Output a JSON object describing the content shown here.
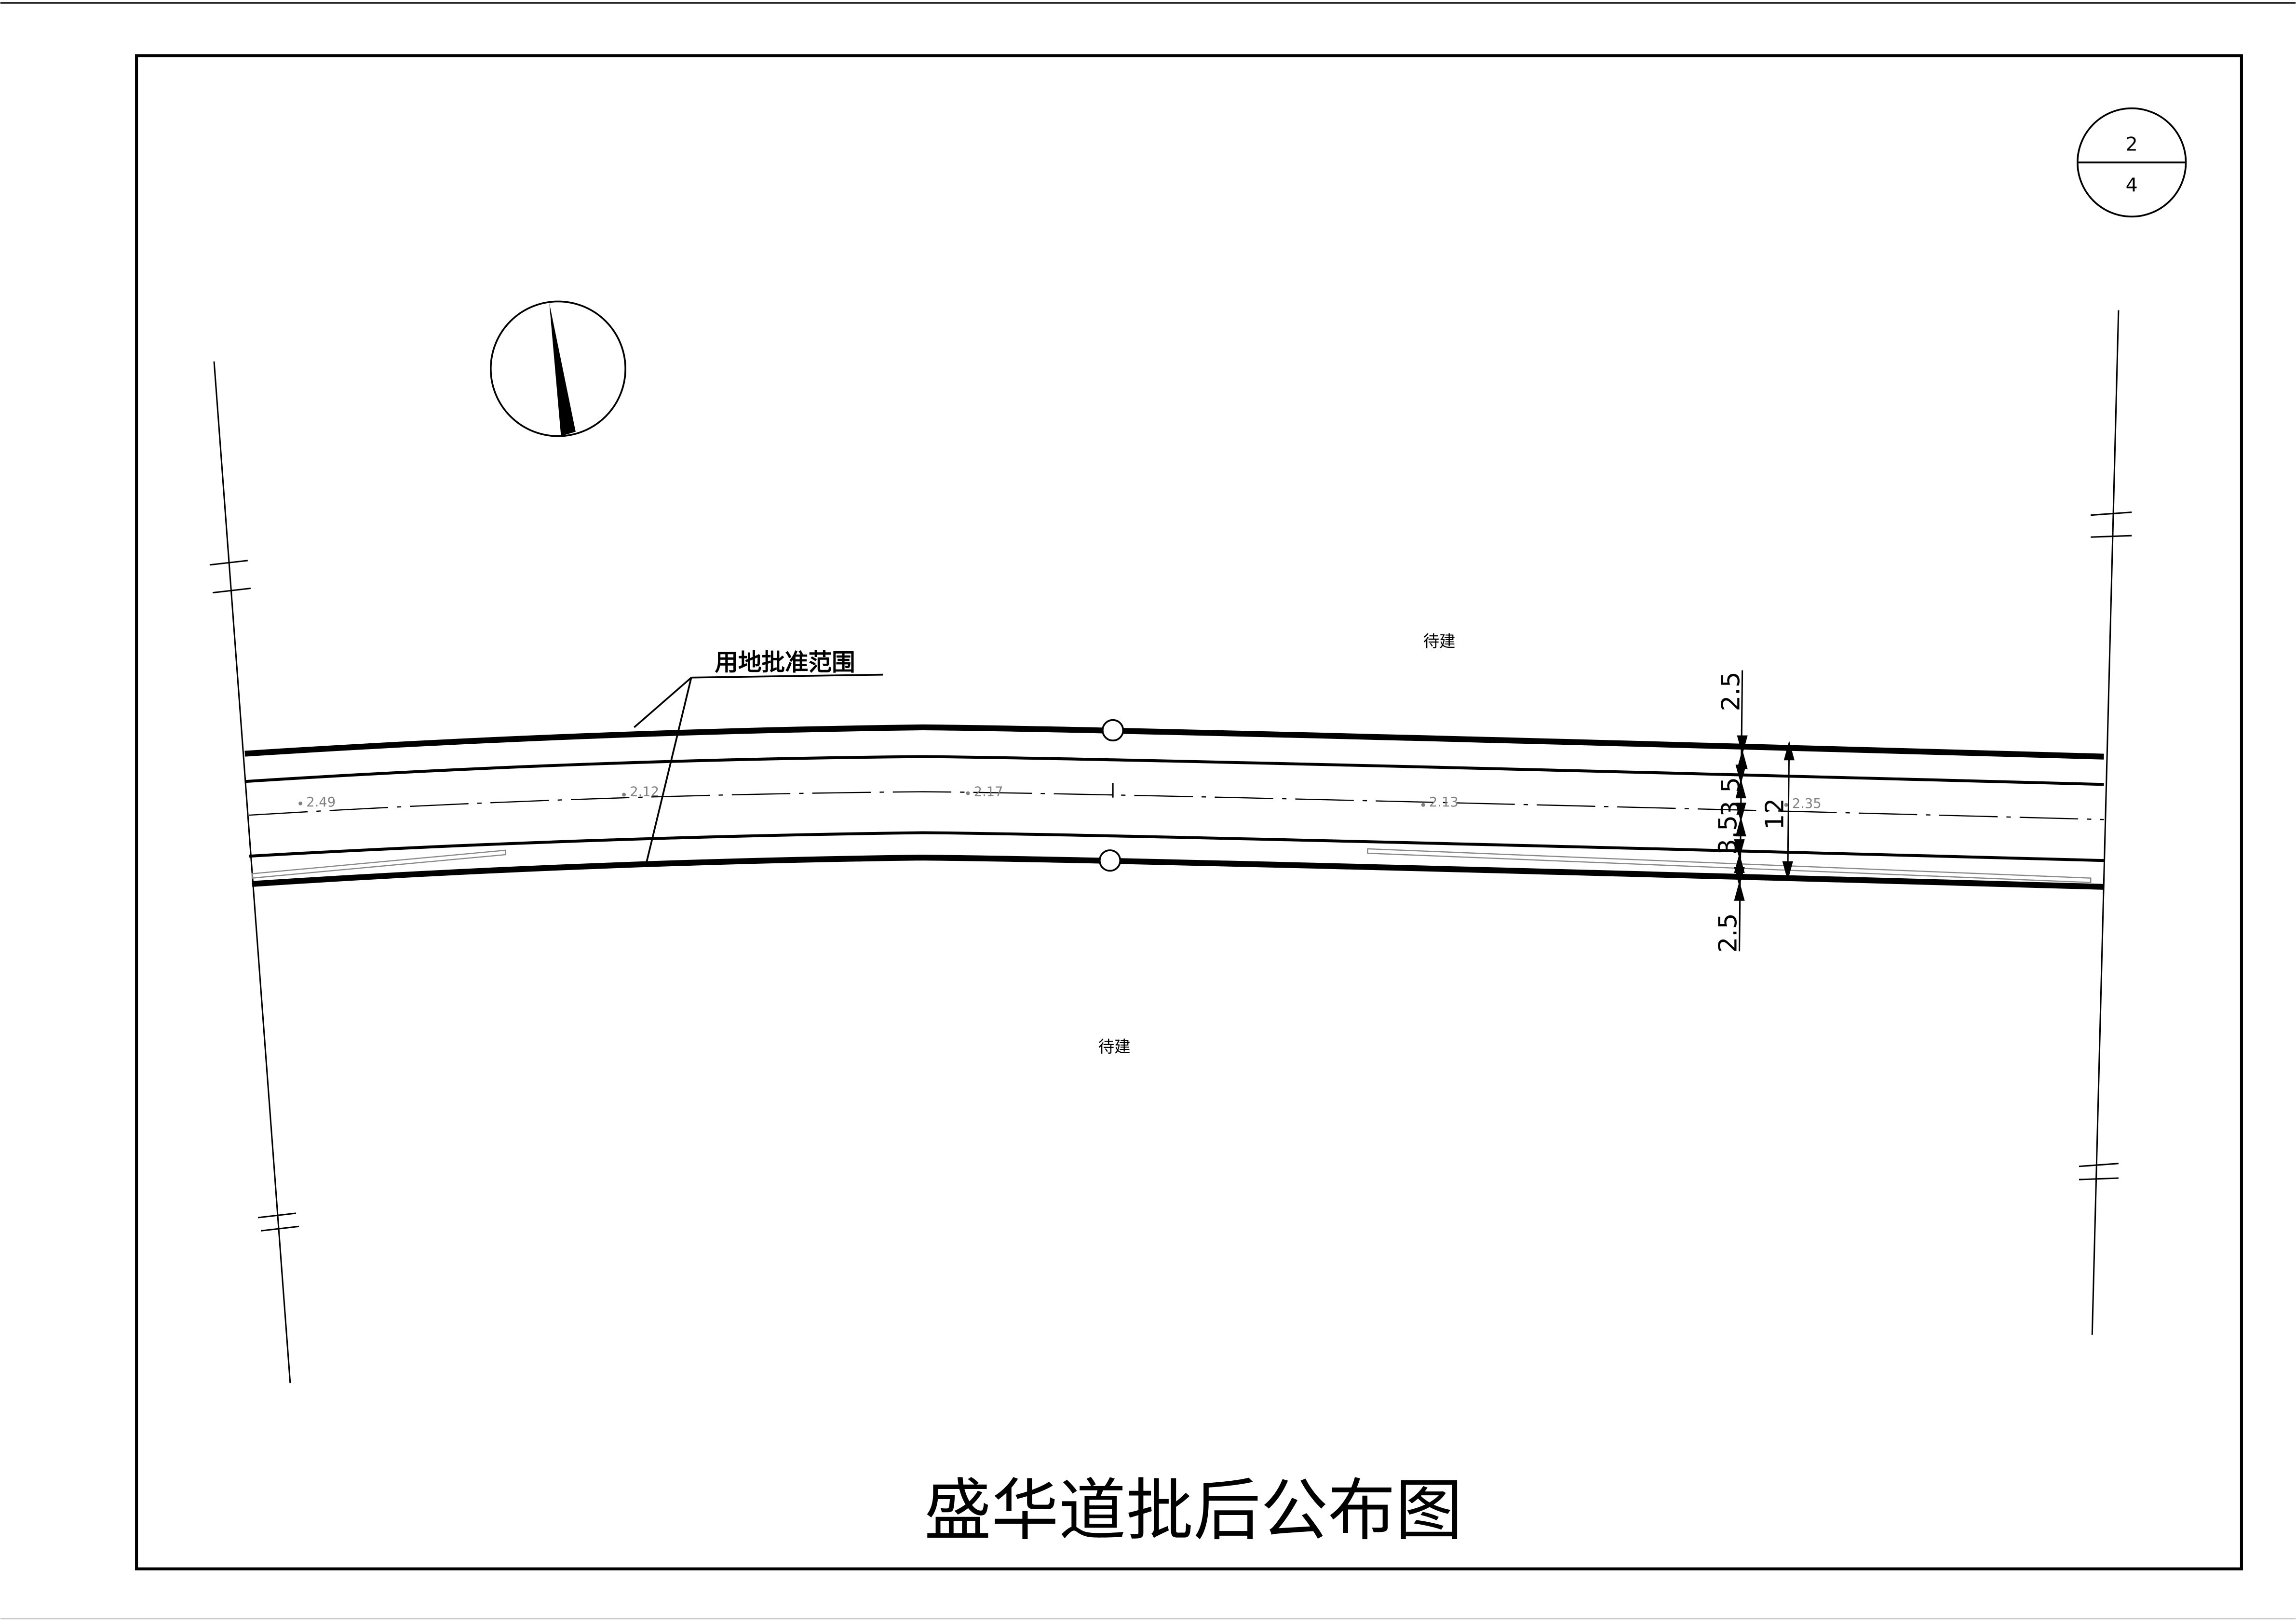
{
  "sheet": {
    "number": "2",
    "total": "4"
  },
  "title": "盛华道批后公布图",
  "leader_label": "用地批准范围",
  "zones": {
    "north": "待建",
    "south": "待建"
  },
  "elevations": [
    "2.49",
    "2.12",
    "2.17",
    "2.13",
    "2.35"
  ],
  "dimensions": {
    "north_setback": "2.5",
    "lane_north": "3.5",
    "lane_south": "3.5",
    "south_setback": "2.5",
    "road_width": "12"
  },
  "colors": {
    "line": "#000000",
    "elevation_text": "#808080",
    "auxiliary": "#888888"
  }
}
